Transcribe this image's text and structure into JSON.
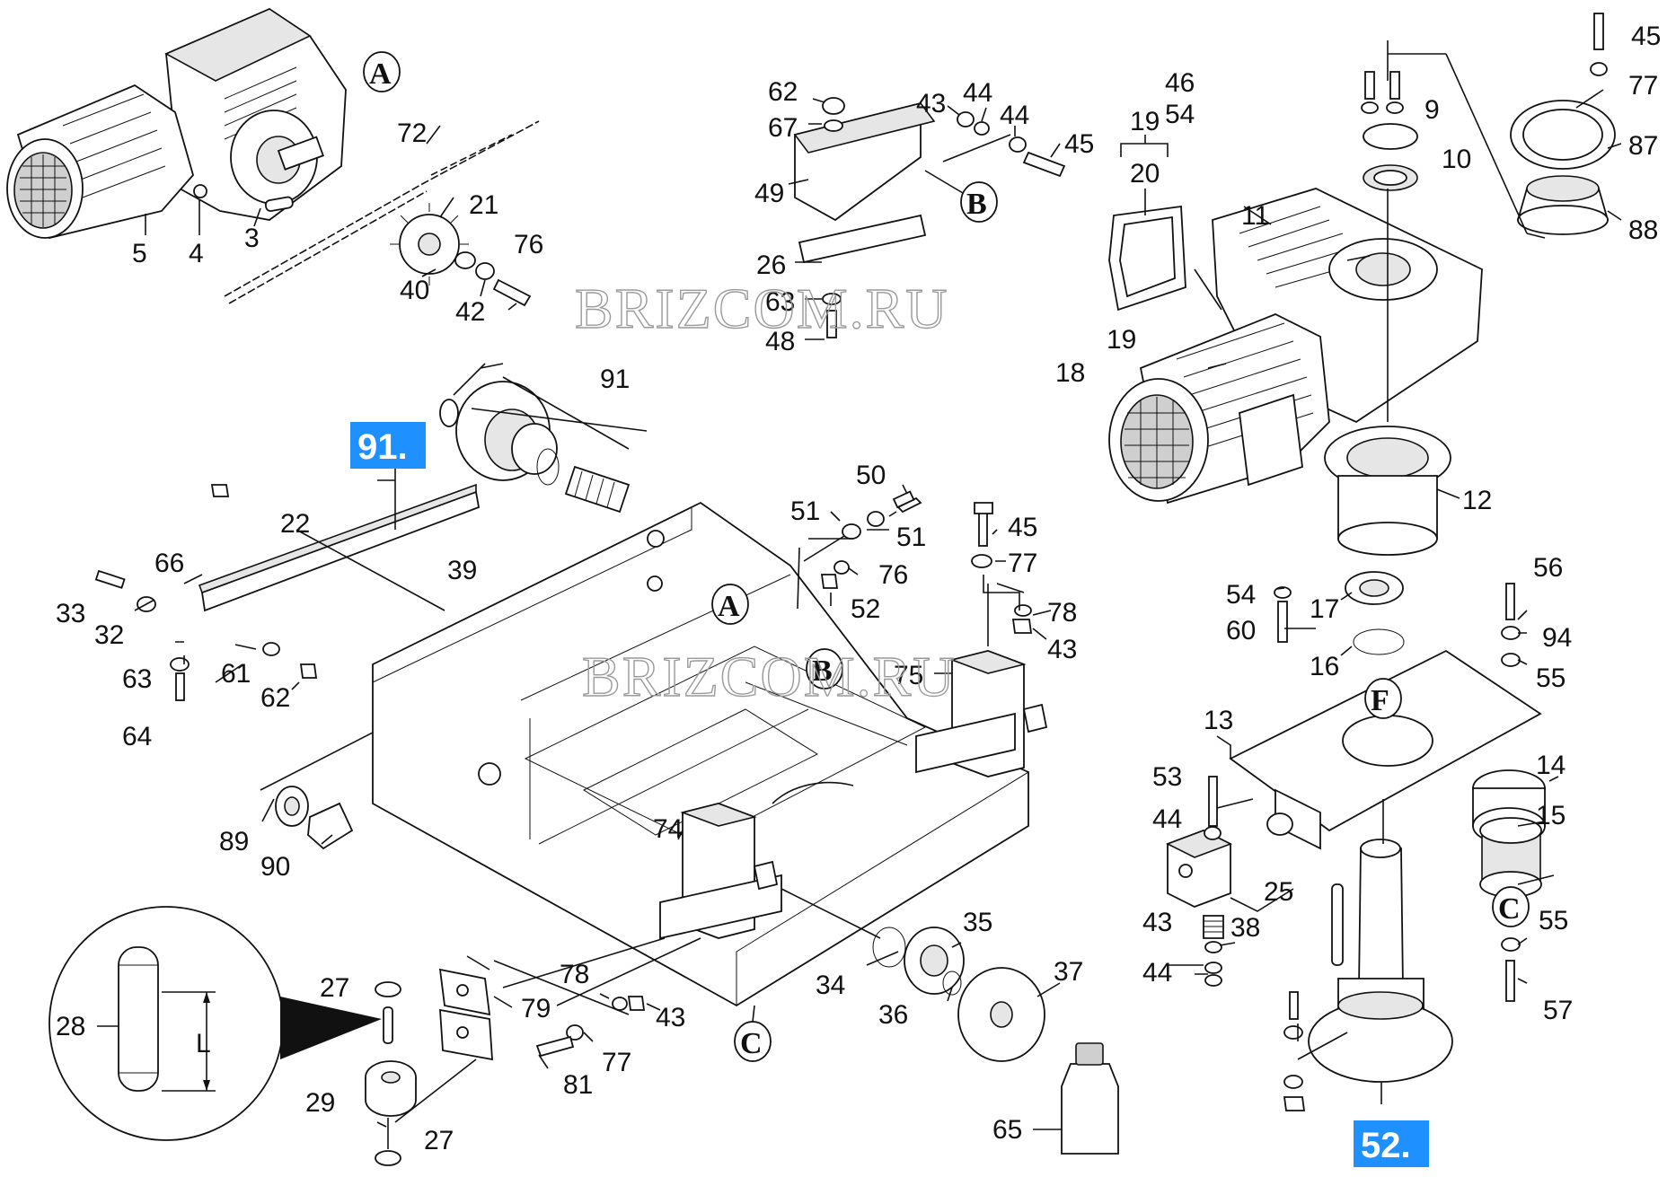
{
  "watermark": {
    "text": "BRIZCOM.RU"
  },
  "callout_letters": {
    "A": "A",
    "B": "B",
    "C": "C",
    "F": "F"
  },
  "tags": {
    "left": "91.",
    "bottom": "52."
  },
  "detail": {
    "dimension_label": "L"
  },
  "part_numbers": {
    "p3": "3",
    "p4": "4",
    "p5": "5",
    "p9": "9",
    "p10": "10",
    "p11": "11",
    "p12": "12",
    "p13": "13",
    "p14": "14",
    "p15": "15",
    "p16": "16",
    "p17": "17",
    "p18": "18",
    "p19a": "19",
    "p19b": "19",
    "p20": "20",
    "p21": "21",
    "p22": "22",
    "p25": "25",
    "p26": "26",
    "p27a": "27",
    "p27b": "27",
    "p28": "28",
    "p29": "29",
    "p32": "32",
    "p33": "33",
    "p34": "34",
    "p35": "35",
    "p36": "36",
    "p37": "37",
    "p38": "38",
    "p39": "39",
    "p40": "40",
    "p42": "42",
    "p43a": "43",
    "p43b": "43",
    "p43c": "43",
    "p43d": "43",
    "p44a": "44",
    "p44b": "44",
    "p44c": "44",
    "p44d": "44",
    "p45a": "45",
    "p45b": "45",
    "p45c": "45",
    "p46": "46",
    "p48": "48",
    "p49": "49",
    "p50": "50",
    "p51a": "51",
    "p51b": "51",
    "p52": "52",
    "p53": "53",
    "p54a": "54",
    "p54b": "54",
    "p55a": "55",
    "p55b": "55",
    "p56": "56",
    "p57": "57",
    "p60": "60",
    "p61": "61",
    "p62a": "62",
    "p62b": "62",
    "p63a": "63",
    "p63b": "63",
    "p64": "64",
    "p65": "65",
    "p66": "66",
    "p67": "67",
    "p72": "72",
    "p74": "74",
    "p75": "75",
    "p76a": "76",
    "p76b": "76",
    "p77a": "77",
    "p77b": "77",
    "p77c": "77",
    "p78a": "78",
    "p78b": "78",
    "p79": "79",
    "p81": "81",
    "p87": "87",
    "p88": "88",
    "p89": "89",
    "p90": "90",
    "p91": "91",
    "p94": "94"
  }
}
